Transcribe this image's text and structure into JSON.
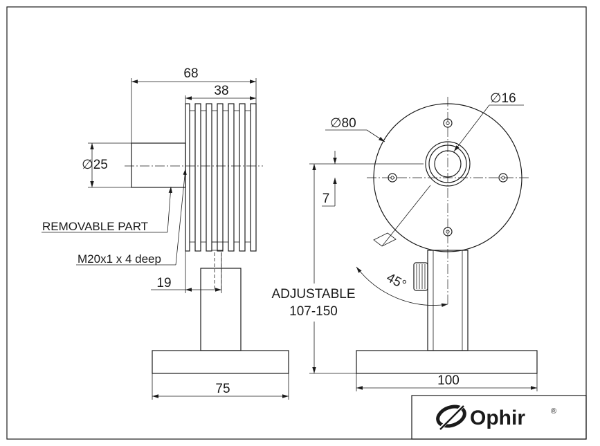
{
  "dimensions": {
    "overall_length": "68",
    "fin_length": "38",
    "removable_diameter": "∅25",
    "disc_diameter": "∅80",
    "bore_diameter": "∅16",
    "offset": "7",
    "thread_offset": "19",
    "base_width_side": "75",
    "base_width_front": "100",
    "rotation_angle": "45°"
  },
  "labels": {
    "removable_part": "REMOVABLE PART",
    "thread": "M20x1 x 4 deep",
    "adjustable_line1": "ADJUSTABLE",
    "adjustable_line2": "107-150"
  },
  "logo": {
    "text": "Ophir",
    "registered": "®"
  },
  "colors": {
    "line": "#1a1a1a",
    "background": "#ffffff"
  }
}
